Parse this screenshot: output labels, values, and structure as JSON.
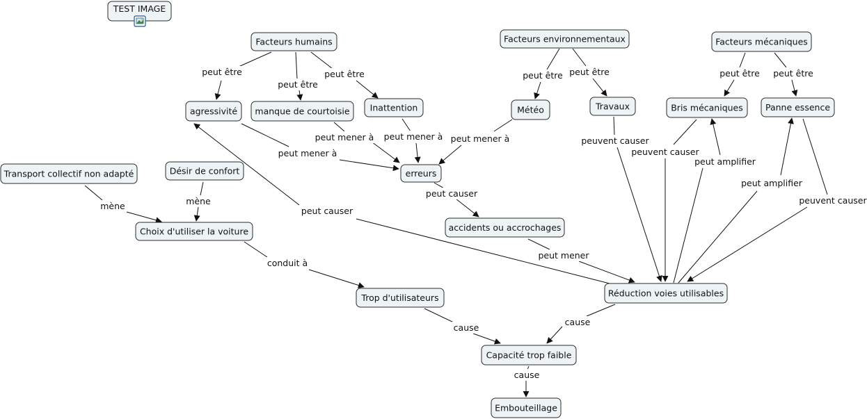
{
  "nodes": [
    {
      "id": "test",
      "label": "TEST IMAGE"
    },
    {
      "id": "fh",
      "label": "Facteurs humains"
    },
    {
      "id": "fe",
      "label": "Facteurs environnementaux"
    },
    {
      "id": "fm",
      "label": "Facteurs mécaniques"
    },
    {
      "id": "agr",
      "label": "agressivité"
    },
    {
      "id": "mdc",
      "label": "manque de courtoisie"
    },
    {
      "id": "ina",
      "label": "Inattention"
    },
    {
      "id": "met",
      "label": "Météo"
    },
    {
      "id": "tra",
      "label": "Travaux"
    },
    {
      "id": "bri",
      "label": "Bris mécaniques"
    },
    {
      "id": "pan",
      "label": "Panne essence"
    },
    {
      "id": "tcn",
      "label": "Transport collectif non adapté"
    },
    {
      "id": "ddc",
      "label": "Désir de confort"
    },
    {
      "id": "err",
      "label": "erreurs"
    },
    {
      "id": "cuv",
      "label": "Choix d'utiliser la voiture"
    },
    {
      "id": "acc",
      "label": "accidents ou accrochages"
    },
    {
      "id": "tdu",
      "label": "Trop d'utilisateurs"
    },
    {
      "id": "rvu",
      "label": "Réduction voies utilisables"
    },
    {
      "id": "ctf",
      "label": "Capacité trop faible"
    },
    {
      "id": "emb",
      "label": "Embouteillage"
    }
  ],
  "links": [
    {
      "id": "l1",
      "label": "peut être",
      "from": "fh",
      "to": "agr"
    },
    {
      "id": "l2",
      "label": "peut être",
      "from": "fh",
      "to": "mdc"
    },
    {
      "id": "l3",
      "label": "peut être",
      "from": "fh",
      "to": "ina"
    },
    {
      "id": "l4",
      "label": "peut être",
      "from": "fe",
      "to": "met"
    },
    {
      "id": "l5",
      "label": "peut être",
      "from": "fe",
      "to": "tra"
    },
    {
      "id": "l6",
      "label": "peut être",
      "from": "fm",
      "to": "bri"
    },
    {
      "id": "l7",
      "label": "peut être",
      "from": "fm",
      "to": "pan"
    },
    {
      "id": "l8",
      "label": "peut mener à",
      "from": "agr",
      "to": "err"
    },
    {
      "id": "l9",
      "label": "peut mener à",
      "from": "mdc",
      "to": "err"
    },
    {
      "id": "l10",
      "label": "peut mener à",
      "from": "ina",
      "to": "err"
    },
    {
      "id": "l11",
      "label": "peut mener à",
      "from": "met",
      "to": "err"
    },
    {
      "id": "l12",
      "label": "peut causer",
      "from": "err",
      "to": "acc"
    },
    {
      "id": "l13",
      "label": "peut mener",
      "from": "acc",
      "to": "rvu"
    },
    {
      "id": "l14",
      "label": "peut causer",
      "from": "rvu",
      "to": "agr"
    },
    {
      "id": "l15",
      "label": "peuvent causer",
      "from": "tra",
      "to": "rvu"
    },
    {
      "id": "l16",
      "label": "peuvent causer",
      "from": "bri",
      "to": "rvu"
    },
    {
      "id": "l17",
      "label": "peut amplifier",
      "from": "rvu",
      "to": "bri"
    },
    {
      "id": "l18",
      "label": "peut amplifier",
      "from": "rvu",
      "to": "pan"
    },
    {
      "id": "l19",
      "label": "peuvent causer",
      "from": "pan",
      "to": "rvu"
    },
    {
      "id": "l20",
      "label": "mène",
      "from": "tcn",
      "to": "cuv"
    },
    {
      "id": "l21",
      "label": "mène",
      "from": "ddc",
      "to": "cuv"
    },
    {
      "id": "l22",
      "label": "conduit à",
      "from": "cuv",
      "to": "tdu"
    },
    {
      "id": "l23",
      "label": "cause",
      "from": "tdu",
      "to": "ctf"
    },
    {
      "id": "l24",
      "label": "cause",
      "from": "rvu",
      "to": "ctf"
    },
    {
      "id": "l25",
      "label": "cause",
      "from": "ctf",
      "to": "emb"
    }
  ],
  "icons": {
    "test_image": "image-icon"
  }
}
